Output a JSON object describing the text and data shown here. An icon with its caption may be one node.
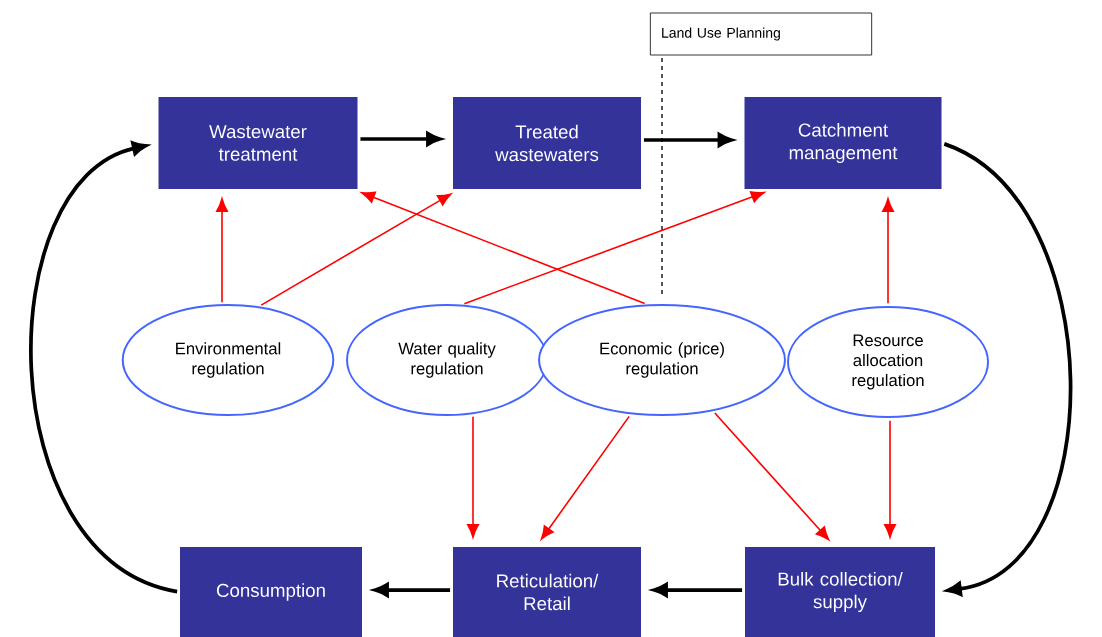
{
  "diagram": {
    "nodes": [
      {
        "text": [
          "Land Use Planning"
        ]
      },
      {
        "text": [
          "Wastewater treatment"
        ]
      },
      {
        "text": [
          "Treated wastewaters"
        ]
      },
      {
        "text": [
          "Catchment management"
        ]
      },
      {
        "text": [
          "Environmental regulation"
        ]
      },
      {
        "text": [
          "Water quality regulation"
        ]
      },
      {
        "text": [
          "Economic (price) regulation"
        ]
      },
      {
        "text": [
          "Resource allocation regulation"
        ]
      },
      {
        "text": [
          "Consumption"
        ]
      },
      {
        "text": [
          "Reticulation/ Retail"
        ]
      },
      {
        "text": [
          "Bulk collection/ supply"
        ]
      }
    ],
    "edges": [
      {
        "from": 1,
        "to": 2,
        "arrow": "to",
        "style": "thick",
        "color": "#000000"
      },
      {
        "from": 2,
        "to": 3,
        "arrow": "to",
        "style": "thick",
        "color": "#000000"
      },
      {
        "from": 3,
        "to": 10,
        "arrow": "to",
        "style": "thick",
        "color": "#000000"
      },
      {
        "from": 10,
        "to": 9,
        "arrow": "to",
        "style": "thick",
        "color": "#000000"
      },
      {
        "from": 9,
        "to": 8,
        "arrow": "to",
        "style": "thick",
        "color": "#000000"
      },
      {
        "from": 8,
        "to": 1,
        "arrow": "to",
        "style": "thick",
        "color": "#000000"
      },
      {
        "from": 0,
        "to": 6,
        "arrow": "none",
        "style": "dashed",
        "color": "#000000"
      },
      {
        "from": 4,
        "to": 1,
        "arrow": "to"
      },
      {
        "from": 4,
        "to": 2,
        "arrow": "to"
      },
      {
        "from": 6,
        "to": 1,
        "arrow": "to"
      },
      {
        "from": 5,
        "to": 3,
        "arrow": "to"
      },
      {
        "from": 7,
        "to": 3,
        "arrow": "to"
      },
      {
        "from": 5,
        "to": 9,
        "arrow": "to"
      },
      {
        "from": 6,
        "to": 9,
        "arrow": "to"
      },
      {
        "from": 6,
        "to": 10,
        "arrow": "to"
      },
      {
        "from": 7,
        "to": 10,
        "arrow": "to"
      }
    ]
  }
}
